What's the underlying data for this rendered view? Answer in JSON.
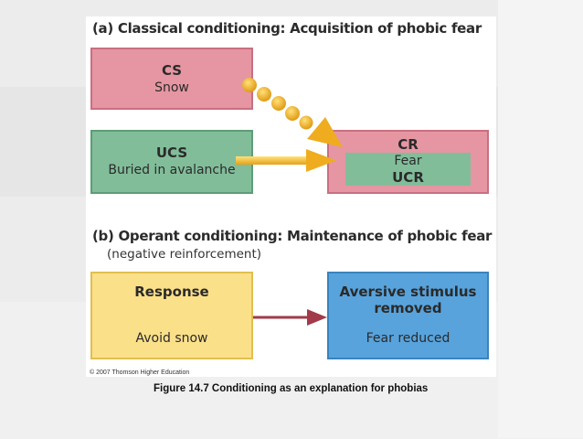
{
  "section_a": {
    "heading": "(a) Classical conditioning: Acquisition of phobic fear",
    "cs_box": {
      "title": "CS",
      "text": "Snow"
    },
    "ucs_box": {
      "title": "UCS",
      "text": "Buried in avalanche"
    },
    "cr_box": {
      "title": "CR",
      "text": "Fear",
      "inner_title": "UCR"
    }
  },
  "section_b": {
    "heading": "(b) Operant conditioning: Maintenance of phobic fear",
    "subheading": "(negative reinforcement)",
    "response_box": {
      "title": "Response",
      "text": "Avoid snow"
    },
    "aversive_box": {
      "title_line1": "Aversive stimulus",
      "title_line2": "removed",
      "text": "Fear reduced"
    }
  },
  "copyright": "© 2007 Thomson Higher Education",
  "caption": "Figure 14.7  Conditioning as an explanation for phobias",
  "colors": {
    "cs_pink": "#e596a2",
    "ucs_green": "#82bd9a",
    "response_yellow": "#fbe08a",
    "aversive_blue": "#58a3dc",
    "arrow_gold": "#f1b320",
    "arrow_red": "#a23a4a"
  }
}
